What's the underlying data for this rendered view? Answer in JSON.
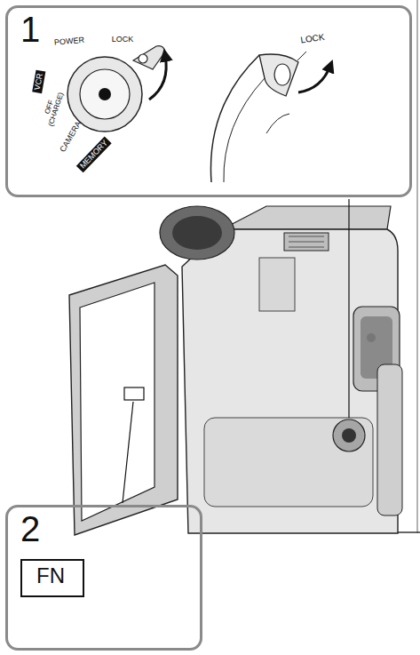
{
  "diagram": {
    "nodes": [
      {
        "text": [
          "1"
        ]
      },
      {
        "text": [
          "2"
        ]
      },
      {
        "text": [
          "FN"
        ],
        "in": 1
      }
    ],
    "labels": [
      "POWER",
      "LOCK",
      "VCR",
      "OFF (CHARGE)",
      "CAMERA",
      "MEMORY",
      "LOCK"
    ]
  }
}
